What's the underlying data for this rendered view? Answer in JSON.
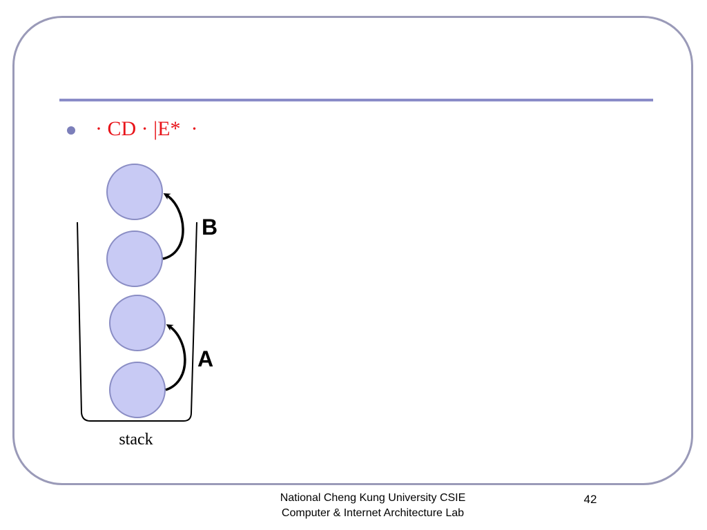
{
  "slide": {
    "bullet_text": "· CD · |E*  ·",
    "bullet_color": "#e8141a",
    "accent_color": "#8a8cc8",
    "frame_color": "#9a9ab8"
  },
  "diagram": {
    "container_label": "stack",
    "node_fill": "#c8caf4",
    "node_stroke": "#8a8dc4",
    "arrow_labels": {
      "upper": "B",
      "lower": "A"
    }
  },
  "footer": {
    "org_line1": "National Cheng Kung University CSIE",
    "org_line2": "Computer & Internet Architecture Lab",
    "page_number": "42"
  }
}
